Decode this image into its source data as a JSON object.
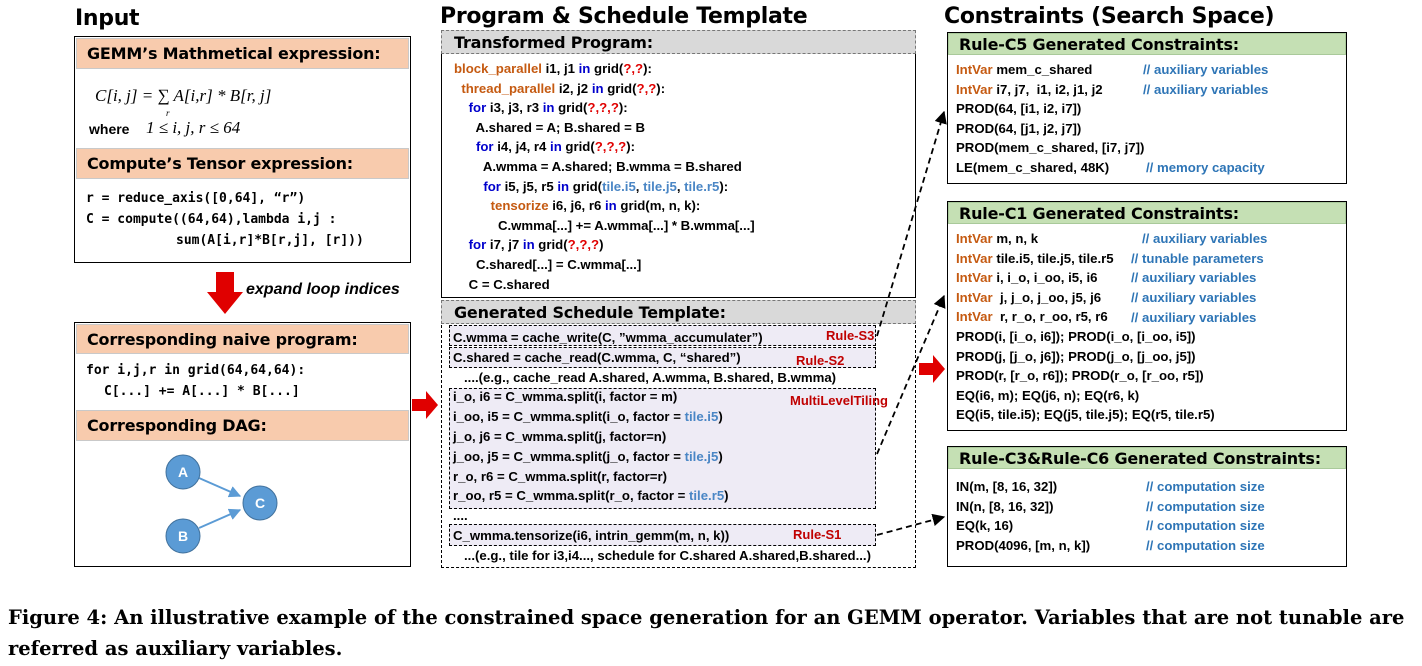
{
  "titles": {
    "input": "Input",
    "template": "Program & Schedule Template",
    "constraints": "Constraints (Search Space)"
  },
  "input": {
    "gemm_header": "GEMM’s Mathmetical expression:",
    "gemm_formula": "C[i, j] = ∑ A[i,r] * B[r, j]",
    "gemm_sum_index": "r",
    "where_label": "where",
    "where_cond": "1 ≤ i, j, r ≤ 64",
    "tensor_header": "Compute’s Tensor expression:",
    "tensor_code": [
      "r = reduce_axis([0,64], “r”)",
      "C = compute((64,64),lambda i,j :",
      "sum(A[i,r]*B[r,j], [r]))"
    ],
    "expand_label": "expand loop indices",
    "naive_header": "Corresponding naive program:",
    "naive_code": [
      "for i,j,r in grid(64,64,64):",
      "C[...] += A[...] * B[...]"
    ],
    "dag_header": "Corresponding DAG:",
    "dag_nodes": [
      "A",
      "B",
      "C"
    ]
  },
  "program": {
    "header": "Transformed Program:",
    "lines": [
      "block_parallel i1, j1 in grid(?,?):",
      "thread_parallel i2, j2 in grid(?,?):",
      "for i3, j3, r3 in grid(?,?,?):",
      "A.shared = A; B.shared = B",
      "for i4, j4, r4 in grid(?,?,?):",
      "A.wmma = A.shared; B.wmma = B.shared",
      "for i5, j5, r5 in grid(tile.i5, tile.j5, tile.r5):",
      "tensorize i6, j6, r6 in grid(m, n, k):",
      "C.wmma[...] += A.wmma[...] * B.wmma[...]",
      "for i7, j7 in grid(?,?,?)",
      "C.shared[...] = C.wmma[...]",
      "C = C.shared"
    ]
  },
  "schedule": {
    "header": "Generated Schedule Template:",
    "lines": [
      "C.wmma = cache_write(C, ”wmma_accumulater”)",
      "C.shared = cache_read(C.wmma, C, “shared”)",
      "....(e.g., cache_read A.shared, A.wmma, B.shared, B.wmma)",
      "i_o, i6 = C_wmma.split(i, factor = m)",
      "i_oo, i5 = C_wmma.split(i_o, factor = tile.i5)",
      "j_o, j6 = C_wmma.split(j, factor=n)",
      "j_oo, j5 = C_wmma.split(j_o, factor = tile.j5)",
      "r_o, r6 = C_wmma.split(r, factor=r)",
      "r_oo, r5 = C_wmma.split(r_o, factor = tile.r5)",
      "....",
      "C_wmma.tensorize(i6, intrin_gemm(m, n, k))",
      "...(e.g., tile for i3,i4..., schedule for C.shared A.shared,B.shared...)"
    ],
    "rules": [
      "Rule-S3",
      "Rule-S2",
      "MultiLevelTiling",
      "Rule-S1"
    ]
  },
  "c5": {
    "header": "Rule-C5 Generated Constraints:",
    "lines": [
      "IntVar mem_c_shared",
      "IntVar i7, j7, i1, i2, j1, j2",
      "PROD(64, [i1, i2, i7])",
      "PROD(64, [j1, j2, j7])",
      "PROD(mem_c_shared, [i7, j7])",
      "LE(mem_c_shared, 48K)"
    ],
    "comments": [
      "// auxiliary variables",
      "// auxiliary variables",
      "// memory capacity"
    ]
  },
  "c1": {
    "header": "Rule-C1 Generated Constraints:",
    "lines": [
      "IntVar m, n, k",
      "IntVar tile.i5, tile.j5, tile.r5",
      "IntVar i, i_o, i_oo, i5, i6",
      "IntVar  j, j_o, j_oo, j5, j6",
      "IntVar  r, r_o, r_oo, r5, r6",
      "PROD(i, [i_o, i6]); PROD(i_o, [i_oo, i5])",
      "PROD(j, [j_o, j6]); PROD(j_o, [j_oo, j5])",
      "PROD(r, [r_o, r6]); PROD(r_o, [r_oo, r5])",
      "EQ(i6, m); EQ(j6, n); EQ(r6, k)",
      "EQ(i5, tile.i5); EQ(j5, tile.j5); EQ(r5, tile.r5)"
    ],
    "comments": [
      "// auxiliary variables",
      "// tunable parameters",
      "// auxiliary variables",
      "// auxiliary variables",
      "// auxiliary variables"
    ]
  },
  "c3c6": {
    "header": "Rule-C3&Rule-C6 Generated Constraints:",
    "lines": [
      "IN(m, [8, 16, 32])",
      "IN(n, [8, 16, 32])",
      "EQ(k, 16)",
      "PROD(4096, [m, n, k])"
    ],
    "comments": [
      "// computation size",
      "// computation size",
      "// computation size",
      "// computation size"
    ]
  },
  "caption": "Figure 4: An illustrative example of the constrained space generation for an GEMM operator. Variables that are not tunable are referred as auxiliary variables."
}
